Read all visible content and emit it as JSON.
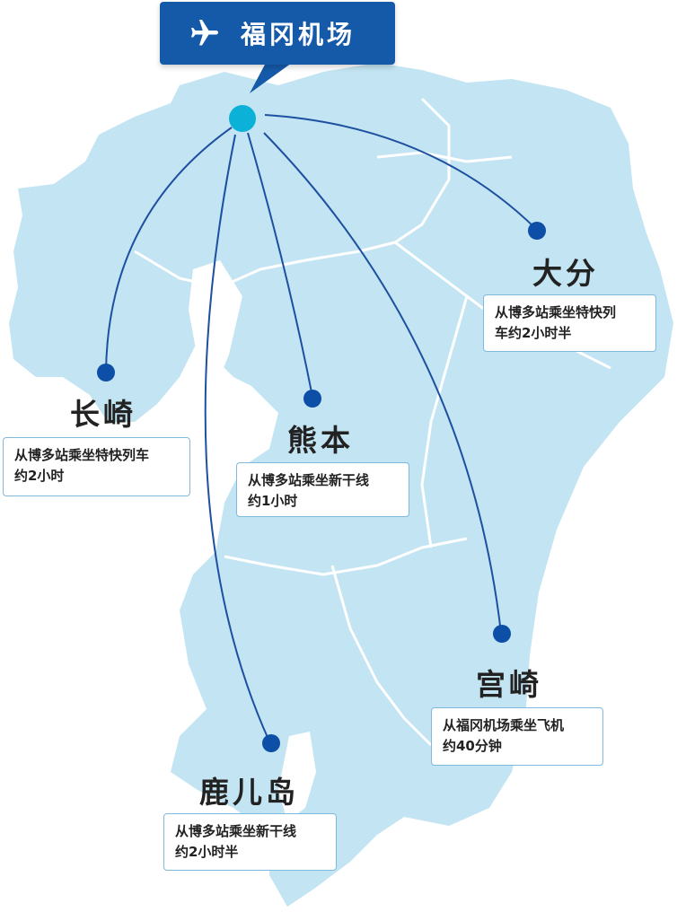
{
  "airport": {
    "name": "福冈机场",
    "icon": "airplane-icon"
  },
  "colors": {
    "land": "#c3e4f2",
    "border": "#ffffff",
    "route": "#1d50a0",
    "dest_dot": "#0d4ea6",
    "origin_dot": "#0bb1d6",
    "badge": "#155aa8",
    "box_border": "#7fb9dd"
  },
  "destinations": [
    {
      "id": "nagasaki",
      "name": "长崎",
      "note": [
        "从博多站乘坐特快列车",
        "约2小时"
      ]
    },
    {
      "id": "kumamoto",
      "name": "熊本",
      "note": [
        "从博多站乘坐新干线",
        "约1小时"
      ]
    },
    {
      "id": "oita",
      "name": "大分",
      "note": [
        "从博多站乘坐特快列",
        "车约2小时半"
      ]
    },
    {
      "id": "miyazaki",
      "name": "宫崎",
      "note": [
        "从福冈机场乘坐飞机",
        "约40分钟"
      ]
    },
    {
      "id": "kagoshima",
      "name": "鹿儿岛",
      "note": [
        "从博多站乘坐新干线",
        "约2小时半"
      ]
    }
  ]
}
